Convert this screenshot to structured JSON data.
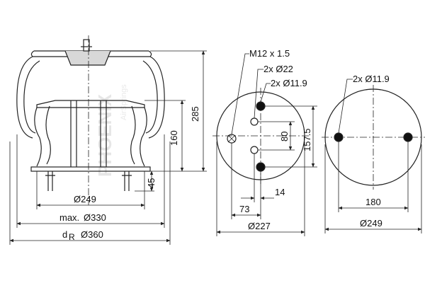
{
  "watermark": {
    "brand": "PHOENIX",
    "tagline": "AirSprings",
    "color": "#e6e6e6"
  },
  "side_view": {
    "heights": {
      "overall": "285",
      "mid": "160",
      "bottom": "45"
    },
    "diameters": {
      "piston": "Ø249",
      "max_label": "max.",
      "max": "Ø330",
      "dr_label": "d",
      "dr_sub": "R",
      "dr": "Ø360"
    }
  },
  "top_plate": {
    "thread": "M12 x 1.5",
    "air_hole": "2x Ø22",
    "studs": "2x Ø11.9",
    "spacing_vertical": "80",
    "spacing_outer": "157.5",
    "offset_small": "14",
    "offset_center": "73",
    "diameter": "Ø227"
  },
  "bottom_plate": {
    "studs": "2x Ø11.9",
    "spacing": "180",
    "diameter": "Ø249"
  },
  "colors": {
    "line": "#222222",
    "hole_fill": "#111111"
  }
}
